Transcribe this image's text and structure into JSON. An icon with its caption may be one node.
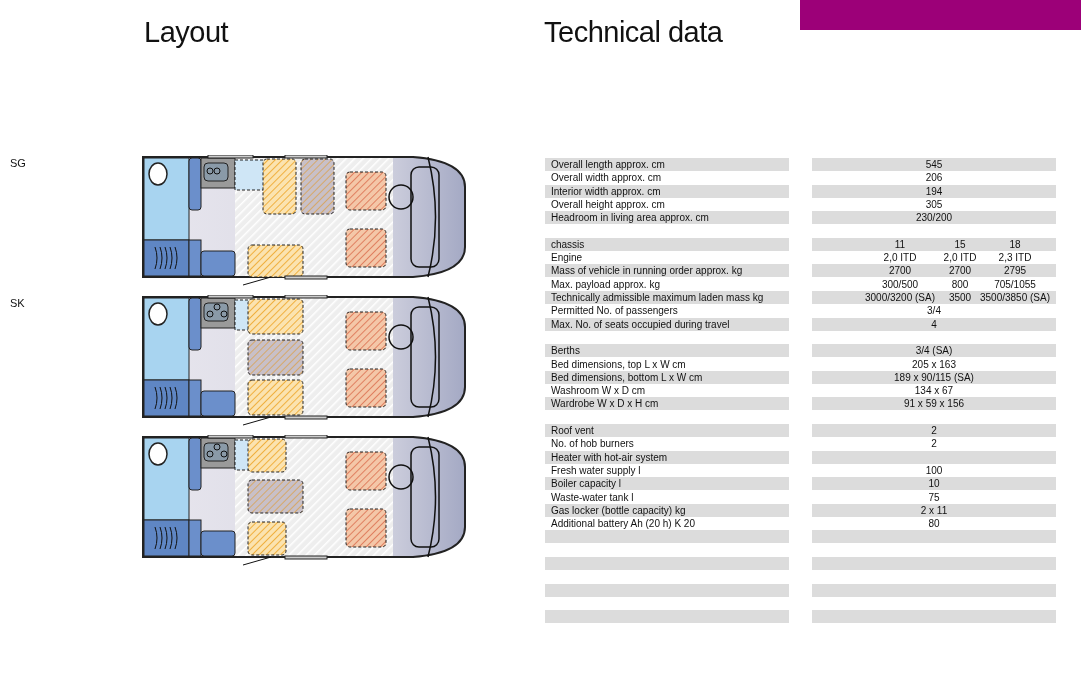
{
  "diagram": {
    "labels": [
      "Layout",
      "Technical data",
      "SG",
      "SK",
      "Overall length approx. cm",
      "545",
      "Overall width approx. cm",
      "206",
      "Interior width approx. cm",
      "194",
      "Overall height approx. cm",
      "305",
      "Headroom in living area approx. cm",
      "230/200",
      "chassis",
      "11",
      "15",
      "18",
      "Engine",
      "2,0 ITD",
      "2,0 ITD",
      "2,3 ITD",
      "Mass of vehicle in running order approx. kg",
      "2700",
      "2700",
      "2795",
      "Max. payload approx. kg",
      "300/500",
      "800",
      "705/1055",
      "Technically admissible maximum laden mass kg",
      "3000/3200 (SA)",
      "3500",
      "3500/3850 (SA)",
      "Permitted No. of passengers",
      "3/4",
      "Max. No. of seats occupied during travel",
      "4",
      "Berths",
      "3/4 (SA)",
      "Bed dimensions, top L x W cm",
      "205 x 163",
      "Bed dimensions, bottom L x W cm",
      "189 x 90/115 (SA)",
      "Washroom W x D cm",
      "134 x 67",
      "Wardrobe W x D x H cm",
      "91 x 59 x 156",
      "Roof vent",
      "2",
      "No. of hob burners",
      "2",
      "Heater with hot-air system",
      "Fresh water supply l",
      "100",
      "Boiler capacity l",
      "10",
      "Waste-water tank l",
      "75",
      "Gas locker (bottle capacity) kg",
      "2 x 11",
      "Additional battery Ah (20 h) K 20",
      "80"
    ]
  }
}
